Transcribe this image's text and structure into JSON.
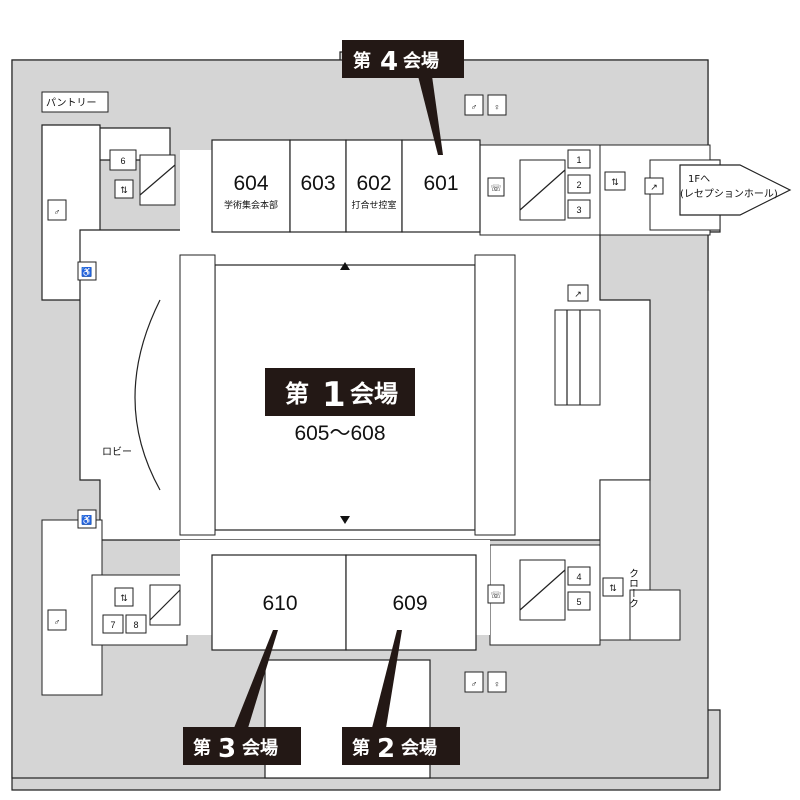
{
  "venues": {
    "venue1": {
      "prefix": "第",
      "number": "1",
      "suffix": "会場",
      "rooms": "605～608"
    },
    "venue2": {
      "prefix": "第",
      "number": "2",
      "suffix": "会場"
    },
    "venue3": {
      "prefix": "第",
      "number": "3",
      "suffix": "会場"
    },
    "venue4": {
      "prefix": "第",
      "number": "4",
      "suffix": "会場"
    }
  },
  "rooms": {
    "r604": {
      "number": "604",
      "sub": "学術集会本部"
    },
    "r603": {
      "number": "603"
    },
    "r602": {
      "number": "602",
      "sub": "打合せ控室"
    },
    "r601": {
      "number": "601"
    },
    "r610": {
      "number": "610"
    },
    "r609": {
      "number": "609"
    }
  },
  "labels": {
    "pantry": "パントリー",
    "lobby": "ロビー",
    "cloak": "クローク",
    "to_1f_line1": "1Fへ",
    "to_1f_line2": "(レセプションホール)"
  },
  "elevators": [
    "1",
    "2",
    "3",
    "4",
    "5",
    "6",
    "7",
    "8"
  ],
  "colors": {
    "wall": "#d5d5d5",
    "label_bg": "#231815",
    "label_text": "#ffffff"
  }
}
